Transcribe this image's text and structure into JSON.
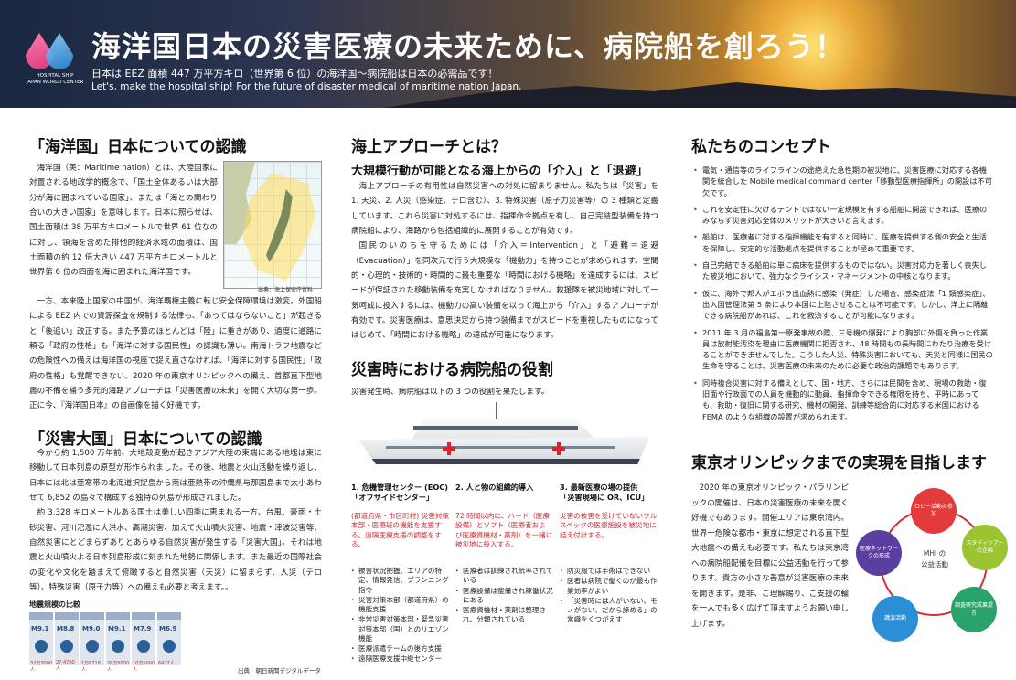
{
  "header": {
    "logo_caption": "HOSPITAL SHIP\nJAPAN WORLD CENTER",
    "title": "海洋国日本の災害医療の未来ために、病院船を創ろう！",
    "subtitle_jp": "日本は EEZ 面積 447 万平方キロ（世界第 6 位）の海洋国〜病院船は日本の必需品です！",
    "subtitle_en": "Let's, make the hospital ship!  For the future of disaster medical of maritime nation Japan."
  },
  "col1": {
    "s1_title": "「海洋国」日本についての認識",
    "s1_p1": "海洋国（英：Maritime nation）とは、大陸国家に対置される地政学的概念で、「国土全体あるいは大部分が海に囲まれている国家」、または「海との関わり合いの大きい国家」を意味します。日本に照らせば、国土面積は 38 万平方キロメートルで世界 61 位なのに対し、領海を含めた排他的経済水域の面積は、国土面積の約 12 倍大きい 447 万平方キロメートルと世界第 6 位の四面を海に囲まれた海洋国です。",
    "map_caption": "出典：海上保安庁資料",
    "s1_p2": "一方、本来陸上国家の中国が、海洋覇権主義に転じ安全保障環境は激変。外国船による EEZ 内での資源探査を規制する法律も、「あってはならないこと」が起きると「後追い」改正する。また予算のほとんどは「陸」に重きがあり、過度に道路に頼る「政府の性格」も「海洋に対する国民性」の認識も薄い。南海トラフ地震などの危険性への備えは海洋国の視座で捉え直さなければ、「海洋に対する国民性」「政府の性格」も覚醒できない。2020 年の東京オリンピックへの備え、首都直下型地震の不備を補う多元的海路アプローチは「災害医療の未来」を開く大切な第一歩。正に今、『海洋国日本』の自画像を描く好機です。",
    "s2_title": "「災害大国」日本についての認識",
    "s2_p1": "今から約 1,500 万年前、大地殻変動が起きアジア大陸の東端にある地塊は東に移動して日本列島の原型が形作られました。その後、地震と火山活動を繰り返し、日本には北は亜寒帯の北海道択捉島から南は亜熱帯の沖縄県与那国島まで太小あわせて 6,852 の島々で構成する独特の列島が形成されました。",
    "s2_p2": "約 3,328 キロメートルある国土は美しい四季に恵まれる一方、台風、豪雨・土砂災害、河川氾濫に大洪水、高潮災害、加えて火山噴火災害、地震・津波災害等、自然災害にとどまらずありとあらゆる自然災害が発生する「災害大国」。それは地震と火山噴火よる日本列島形成に刻まれた地勢に関係します。また最近の国際社会の変化や文化を踏まえて俯瞰すると自然災害（天災）に留まらず、人災（テロ等）、特殊災害（原子力等）への備えも必要と考えます。。",
    "quake_title": "地震規模の比較",
    "quake_mags": [
      "M9.1",
      "M8.8",
      "M9.0",
      "M9.1",
      "M7.9",
      "M6.9"
    ],
    "quake_counts": [
      "32万3000人",
      "27,4700人",
      "1万8718人",
      "28万5000人",
      "10万5000人",
      "6437人"
    ],
    "quake_caption": "出典：朝日新聞デジタルデータ"
  },
  "col2": {
    "h2a": "海上アプローチとは？",
    "h3": "大規模行動が可能となる海上からの「介入」と「退避」",
    "p1": "海上アプローチの有用性は自然災害への対処に留まりません。私たちは「災害」を 1. 天災、2. 人災（感染症、テロ含む）、3. 特殊災害（原子力災害等）の 3 種類と定義しています。これら災害に対処するには、指揮命令拠点を有し、自己完結型装備を持つ病院船により、海路から包括組織的に展開することが有効です。",
    "p2": "国民のいのちを守るためには「介入＝Intervention」と「避難＝退避（Evacuation）」を同次元で行う大規模な「機動力」を持つことが求められます。空間的・心理的・技術的・時間的に最も重要な「時間における機略」を達成するには、スピードが保証された移動装備を充実しなければなりません。救援隊を被災地域に対して一気呵成に投入するには、機動力の高い装備を以って海上から「介入」するアプローチが有効です。災害医療は、意思決定から持つ装備までがスピードを重視したものになってはじめて、「時間における機略」の達成が可能になります。",
    "h2b": "災害時における病院船の役割",
    "intro": "災害発生時、病院船は以下の 3 つの役割を果たします。",
    "roles": [
      {
        "title": "1. 危機管理センター (EOC)\n「オフサイドセンター」",
        "red": "(都道府県・市区町村) 災害対策本部・医療班の機能を支援する。遠隔医療支援の調整をする。",
        "items": [
          "被害状況把握、エリアの特定、情報発信、プランニング指令",
          "災害対策本部（都道府県）の機能支援",
          "非常災害対策本部・緊急災害対策本部（国）とのリエゾン機能",
          "医療派遣チームの後方支援",
          "遠隔医療支援中継センター"
        ]
      },
      {
        "title": "2. 人と物の組織的導入",
        "red": "72 時間以内に、ハード（医療設備）とソフト（医療者およ び医療資機材・薬剤）を一緒に被災地に投入する。",
        "items": [
          "医療者は訓練され統率されている",
          "医療設備は整備され稼働状況にある",
          "医療資機材・薬剤は整理され、分類されている"
        ]
      },
      {
        "title": "3. 最新医療の場の提供\n「災害現場に OR、ICU」",
        "red": "災害の被害を受けていないフルスペックの医療施設を被災地に結え付けする。",
        "items": [
          "防災服では手術はできない",
          "医者は病院で働くのが最も作業効率がよい",
          "「災害時には人がいない、モノがない、だから諦める」の常識をくつがえす"
        ]
      }
    ]
  },
  "col3": {
    "h2a": "私たちのコンセプト",
    "concepts": [
      "電気・通信等のライフラインの途絶えた急性期の被災地に、災害医療に対応する各機関を統合した Mobile medical command center「移動型医療指揮所」の開設は不可欠です。",
      "これを安定性に欠けるテントではない一定規模を有する船舶に開設できれば、医療のみならず災害対応全体のメリットが大きいと言えます。",
      "船舶は、医療者に対する指揮機能を有すると同時に、医療を提供する側の安全と生活を保障し、安定的な活動拠点を提供することが極めて重要です。",
      "自己完結できる船舶は単に病床を提供するものではない。災害対応力を著しく喪失した被災地において、強力なクライシス・マネージメントの中核となります。",
      "仮に、海外で邦人がエボラ出血熱に感染（発症）した場合、感染症法「1 類感染症」、出入国管理法第 5 条により本国に上陸させることは不可能です。しかし、洋上に隔離できる病院船があれば、これを救済することが可能になります。",
      "2011 年 3 月の福島第一原発事故の際、三号機の爆発により胸部に外傷を負った作業員は放射能汚染を理由に医療機関に拒否され、48 時間もの長時間にわたり治療を受けることができませんでした。こうした人災、特殊災害においても、天災と同様に国民の生命を守ることは、災害医療の未来のために必要な政治的課題でもあります。",
      "同時複合災害に対する備えとして、国・地方、さらには民間を含め、現場の救助・復旧面や行政面での人員を機動的に動員、指揮命令できる権限を持ち、平時にあっても、救助・復旧に関する研究、機材の開発、訓練等総合的に対応する米国における FEMA のような組織の設置が求められます。"
    ],
    "h2b": "東京オリンピックまでの実現を目指します",
    "p": "2020 年の東京オリンピック・パラリンピックの開催は、日本の災害医療の未来を開く好機でもあります。開催エリアは東京湾内。世界一危険な都市・東京に想定される直下型大地震への備えも必要です。私たちは東京湾への病院船配備を目標に公益活動を行って参ります。貴方の小さな善意が災害医療の未来を開きます。是非、ご理解賜り、ご支援の輪を一人でも多く広げて頂ますようお願い申し上げます。",
    "cycle": {
      "center": "MHI の\n公益活動",
      "nodes": [
        "ロビー活動の参加",
        "スタディツアーの企画",
        "調査研究成果提言",
        "講演活動",
        "医療ネットワークの形成"
      ]
    }
  }
}
